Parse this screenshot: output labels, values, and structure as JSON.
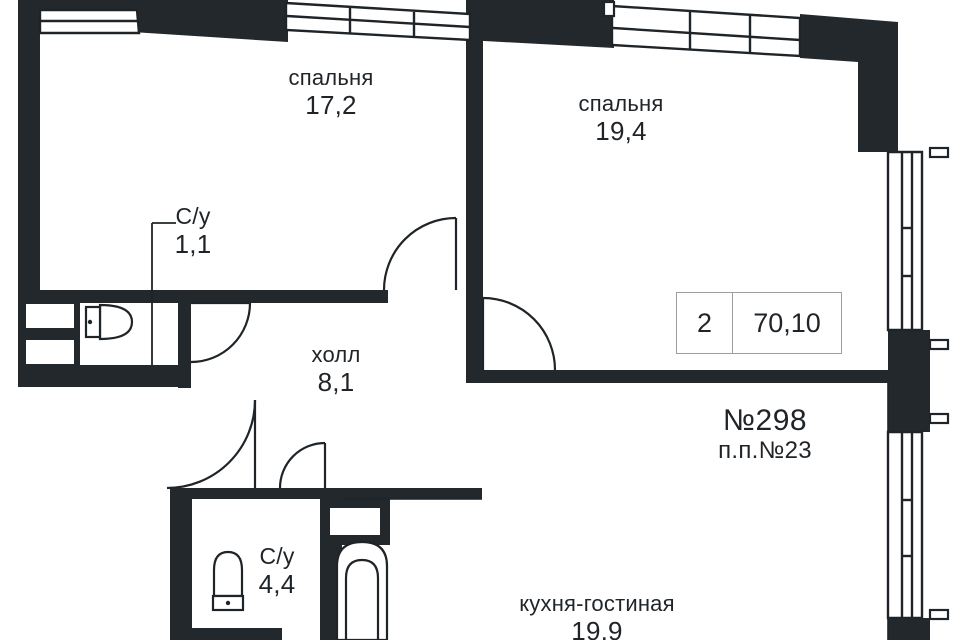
{
  "plan": {
    "rooms": [
      {
        "id": "bedroom-1",
        "name": "спальня",
        "area": "17,2"
      },
      {
        "id": "bedroom-2",
        "name": "спальня",
        "area": "19,4"
      },
      {
        "id": "wc-1",
        "name": "С/у",
        "area": "1,1"
      },
      {
        "id": "hall",
        "name": "холл",
        "area": "8,1"
      },
      {
        "id": "wc-2",
        "name": "С/у",
        "area": "4,4"
      },
      {
        "id": "kitchen-living",
        "name": "кухня-гостиная",
        "area": "19,9"
      }
    ],
    "summary": {
      "rooms_count": "2",
      "total_area": "70,10"
    },
    "unit": {
      "number": "№298",
      "sub_number": "п.п.№23"
    },
    "colors": {
      "wall": "#23282c",
      "outline": "#1f2428",
      "background": "#ffffff",
      "box_border": "#9a9fa3"
    }
  }
}
